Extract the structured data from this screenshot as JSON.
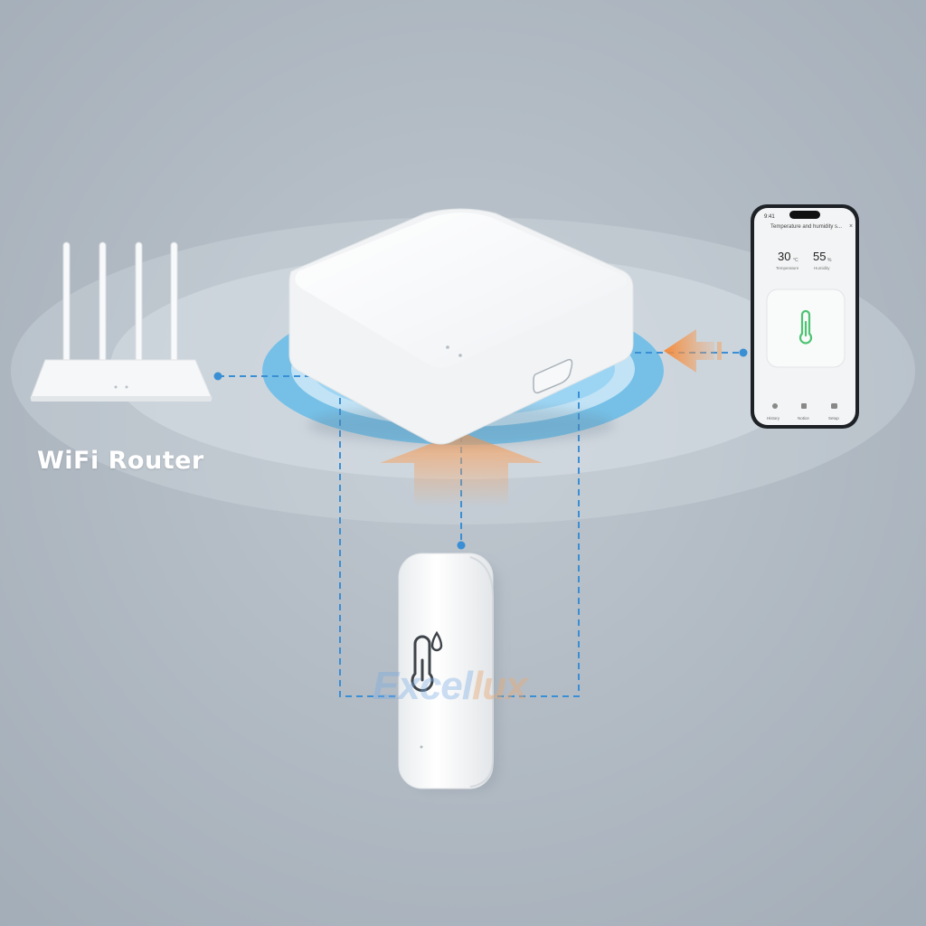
{
  "router": {
    "label": "WiFi Router"
  },
  "phone": {
    "time": "9:41",
    "header": "Temperature and humidity s...",
    "temperature": {
      "value": "30",
      "unit": "°C",
      "label": "Temperature"
    },
    "humidity": {
      "value": "55",
      "unit": "%",
      "label": "Humidity"
    },
    "nav": [
      {
        "label": "History"
      },
      {
        "label": "Notice"
      },
      {
        "label": "Setup"
      }
    ]
  },
  "watermark": {
    "left": "Excel",
    "right": "lux"
  },
  "colors": {
    "background": "#aab4be",
    "signal_ring": "#58b8ea",
    "connector_line": "#3a8fd4",
    "arrow": "#f4a262",
    "thermometer_green": "#4cc472",
    "device_white": "#ffffff"
  }
}
